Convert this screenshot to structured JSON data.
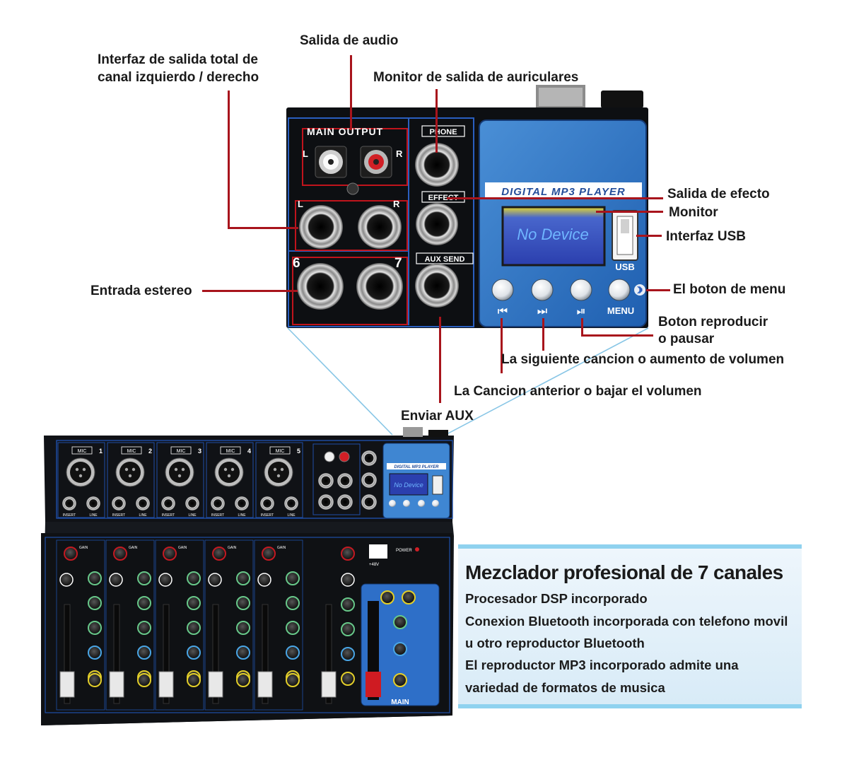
{
  "labels": {
    "audio_output": "Salida de audio",
    "lr_output_l1": "Interfaz de salida total de",
    "lr_output_l2": "canal izquierdo / derecho",
    "headphone_monitor": "Monitor de salida de auriculares",
    "effect_output": "Salida de efecto",
    "monitor": "Monitor",
    "usb_interface": "Interfaz USB",
    "stereo_input": "Entrada estereo",
    "menu_button": "El boton de menu",
    "play_pause_l1": "Boton reproducir",
    "play_pause_l2": "o pausar",
    "next_song": "La siguiente cancion o aumento de volumen",
    "prev_song": "La Cancion anterior o bajar el volumen",
    "aux_send": "Enviar AUX"
  },
  "panel": {
    "main_output": "MAIN OUTPUT",
    "left": "L",
    "right": "R",
    "ch6": "6",
    "ch7": "7",
    "phone": "PHONE",
    "effect": "EFFECT",
    "aux_send": "AUX SEND",
    "player_title": "DIGITAL MP3 PLAYER",
    "lcd_text": "No Device",
    "usb": "USB",
    "menu": "MENU",
    "prev_glyph": "⏮",
    "next_glyph": "⏭",
    "play_glyph": "⏯"
  },
  "mixer": {
    "mic": "MIC",
    "channels": [
      "1",
      "2",
      "3",
      "4",
      "5"
    ],
    "insert": "INSERT",
    "line": "LINE",
    "gain": "GAIN",
    "main": "MAIN",
    "power": "POWER",
    "phantom": "+48V"
  },
  "info": {
    "title": "Mezclador profesional de 7 canales",
    "lines": [
      "Procesador DSP incorporado",
      "Conexion Bluetooth incorporada con telefono movil",
      "u otro reproductor Bluetooth",
      "El reproductor MP3 incorporado admite una",
      "variedad de formatos de musica"
    ]
  }
}
